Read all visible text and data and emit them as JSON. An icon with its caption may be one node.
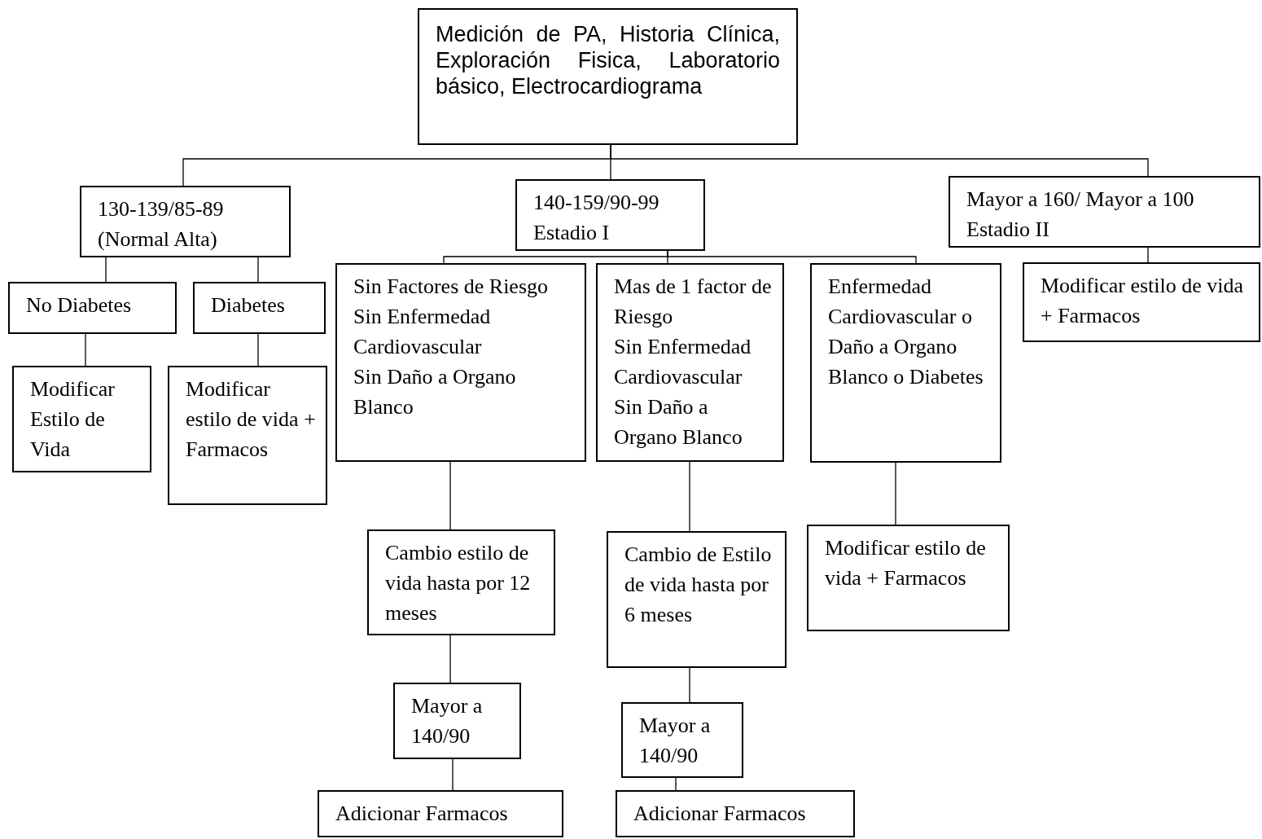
{
  "diagram": {
    "nodes": [
      {
        "text": [
          "Medición de PA, Historia Clínica, Exploración Fisica, Laboratorio básico, Electrocardiograma"
        ]
      },
      {
        "text": [
          "130-139/85-89 (Normal Alta)"
        ]
      },
      {
        "text": [
          "140-159/90-99 Estadio I"
        ]
      },
      {
        "text": [
          "Mayor a 160/ Mayor a 100 Estadio II"
        ]
      },
      {
        "text": [
          "No Diabetes"
        ]
      },
      {
        "text": [
          "Diabetes"
        ]
      },
      {
        "text": [
          "Modificar Estilo de Vida"
        ]
      },
      {
        "text": [
          "Modificar estilo de vida + Farmacos"
        ]
      },
      {
        "text": [
          "Sin Factores de Riesgo",
          "Sin Enfermedad Cardiovascular",
          "Sin Daño a Organo Blanco"
        ]
      },
      {
        "text": [
          "Mas de 1 factor de Riesgo",
          "Sin Enfermedad Cardiovascular",
          "Sin Daño a Organo Blanco"
        ]
      },
      {
        "text": [
          "Enfermedad Cardiovascular o Daño a Organo Blanco o Diabetes"
        ]
      },
      {
        "text": [
          "Modificar estilo de vida + Farmacos"
        ]
      },
      {
        "text": [
          "Cambio estilo de vida hasta por 12 meses"
        ]
      },
      {
        "text": [
          "Cambio de Estilo de vida hasta por 6 meses"
        ]
      },
      {
        "text": [
          "Modificar estilo de vida + Farmacos"
        ]
      },
      {
        "text": [
          "Mayor a 140/90"
        ]
      },
      {
        "text": [
          "Mayor a 140/90"
        ]
      },
      {
        "text": [
          "Adicionar Farmacos"
        ]
      },
      {
        "text": [
          "Adicionar Farmacos"
        ]
      }
    ],
    "edges": [
      {
        "from": 0,
        "to": 1,
        "arrow": "none"
      },
      {
        "from": 0,
        "to": 2,
        "arrow": "none"
      },
      {
        "from": 0,
        "to": 3,
        "arrow": "none"
      },
      {
        "from": 1,
        "to": 4,
        "arrow": "none"
      },
      {
        "from": 1,
        "to": 5,
        "arrow": "none"
      },
      {
        "from": 2,
        "to": 8,
        "arrow": "none"
      },
      {
        "from": 2,
        "to": 9,
        "arrow": "none"
      },
      {
        "from": 2,
        "to": 10,
        "arrow": "none"
      },
      {
        "from": 3,
        "to": 11,
        "arrow": "none"
      },
      {
        "from": 4,
        "to": 6,
        "arrow": "none"
      },
      {
        "from": 5,
        "to": 7,
        "arrow": "none"
      },
      {
        "from": 8,
        "to": 12,
        "arrow": "none"
      },
      {
        "from": 9,
        "to": 13,
        "arrow": "none"
      },
      {
        "from": 10,
        "to": 14,
        "arrow": "none"
      },
      {
        "from": 12,
        "to": 15,
        "arrow": "none"
      },
      {
        "from": 13,
        "to": 16,
        "arrow": "none"
      },
      {
        "from": 15,
        "to": 17,
        "arrow": "none"
      },
      {
        "from": 16,
        "to": 18,
        "arrow": "none"
      }
    ]
  }
}
